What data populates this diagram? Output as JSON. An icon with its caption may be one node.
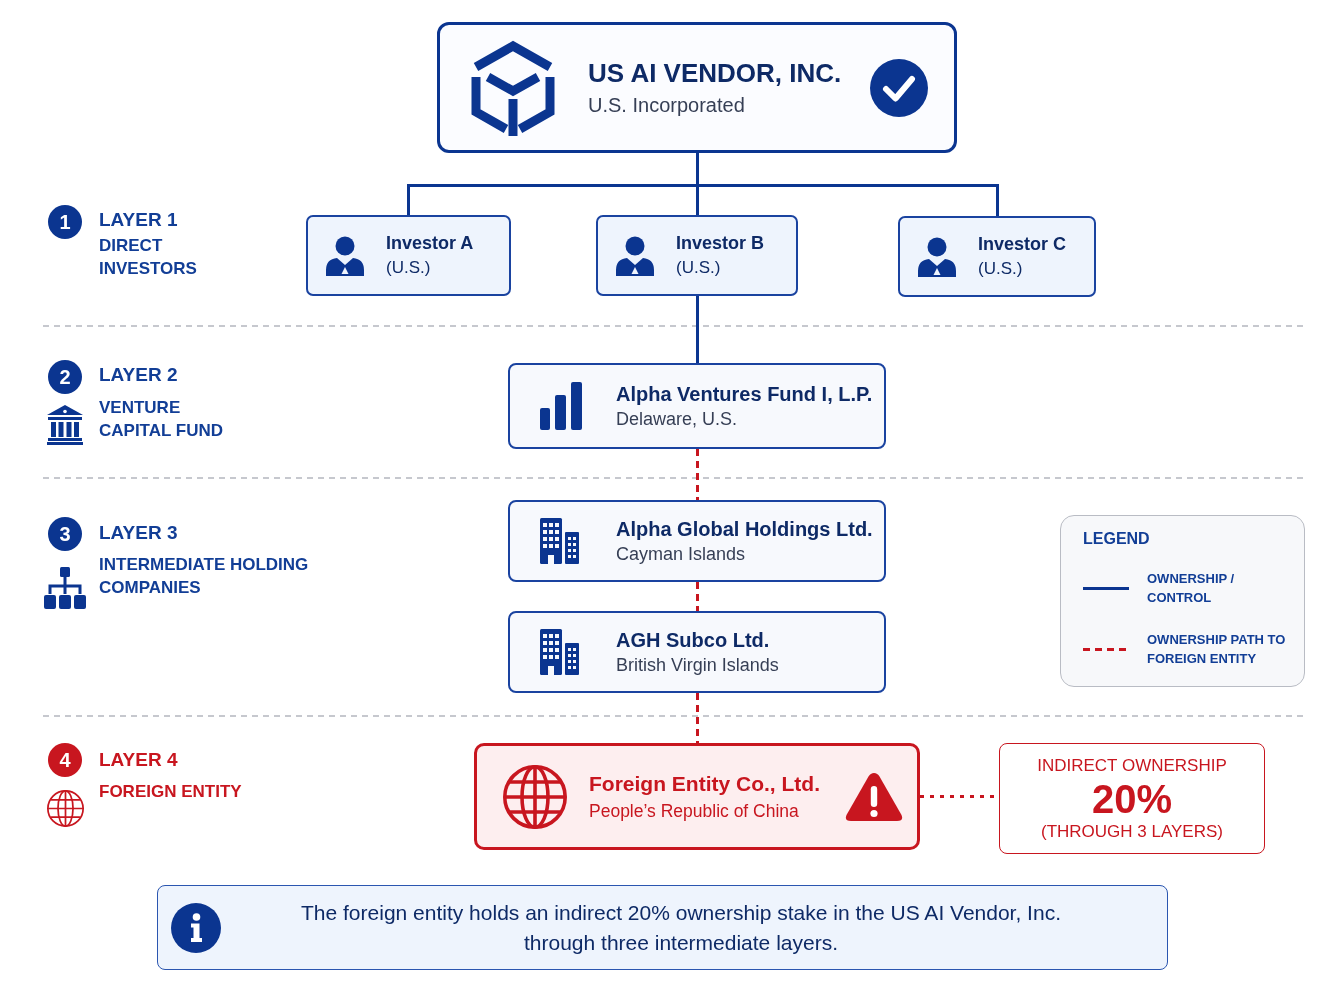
{
  "diagram": {
    "nodes": [
      {
        "text": [
          "US AI VENDOR, INC.",
          "U.S. Incorporated"
        ]
      },
      {
        "text": [
          "Investor A",
          "(U.S.)"
        ]
      },
      {
        "text": [
          "Investor B",
          "(U.S.)"
        ]
      },
      {
        "text": [
          "Investor C",
          "(U.S.)"
        ]
      },
      {
        "text": [
          "Alpha Ventures Fund I, L.P.",
          "Delaware, U.S."
        ]
      },
      {
        "text": [
          "Alpha Global Holdings Ltd.",
          "Cayman Islands"
        ]
      },
      {
        "text": [
          "AGH Subco Ltd.",
          "British Virgin Islands"
        ]
      },
      {
        "text": [
          "Foreign Entity Co., Ltd.",
          "People’s Republic of China"
        ]
      },
      {
        "text": [
          "INDIRECT OWNERSHIP",
          "20%",
          "(THROUGH 3 LAYERS)"
        ]
      },
      {
        "text": [
          "The foreign entity holds an indirect 20% ownership stake in the US AI Vendor, Inc. through three intermediate layers."
        ]
      }
    ],
    "edges": [
      {
        "from": 0,
        "to": 1,
        "arrow": "none"
      },
      {
        "from": 0,
        "to": 2,
        "arrow": "none"
      },
      {
        "from": 0,
        "to": 3,
        "arrow": "none"
      },
      {
        "from": 2,
        "to": 4,
        "arrow": "none"
      },
      {
        "from": 4,
        "to": 5,
        "arrow": "none",
        "style": "dashed",
        "color": "#c8161f"
      },
      {
        "from": 5,
        "to": 6,
        "arrow": "none",
        "style": "dashed",
        "color": "#c8161f"
      },
      {
        "from": 6,
        "to": 7,
        "arrow": "none",
        "style": "dashed",
        "color": "#c8161f"
      },
      {
        "from": 7,
        "to": 8,
        "arrow": "none",
        "style": "dashed",
        "color": "#c8161f"
      }
    ],
    "labels": [
      "1",
      "LAYER 1",
      "DIRECT INVESTORS",
      "2",
      "LAYER 2",
      "VENTURE CAPITAL FUND",
      "3",
      "LAYER 3",
      "INTERMEDIATE HOLDING COMPANIES",
      "4",
      "LAYER 4",
      "FOREIGN ENTITY",
      "LEGEND"
    ],
    "legend": [
      {
        "text": "OWNERSHIP / CONTROL"
      },
      {
        "text": "OWNERSHIP PATH TO FOREIGN ENTITY"
      }
    ]
  }
}
